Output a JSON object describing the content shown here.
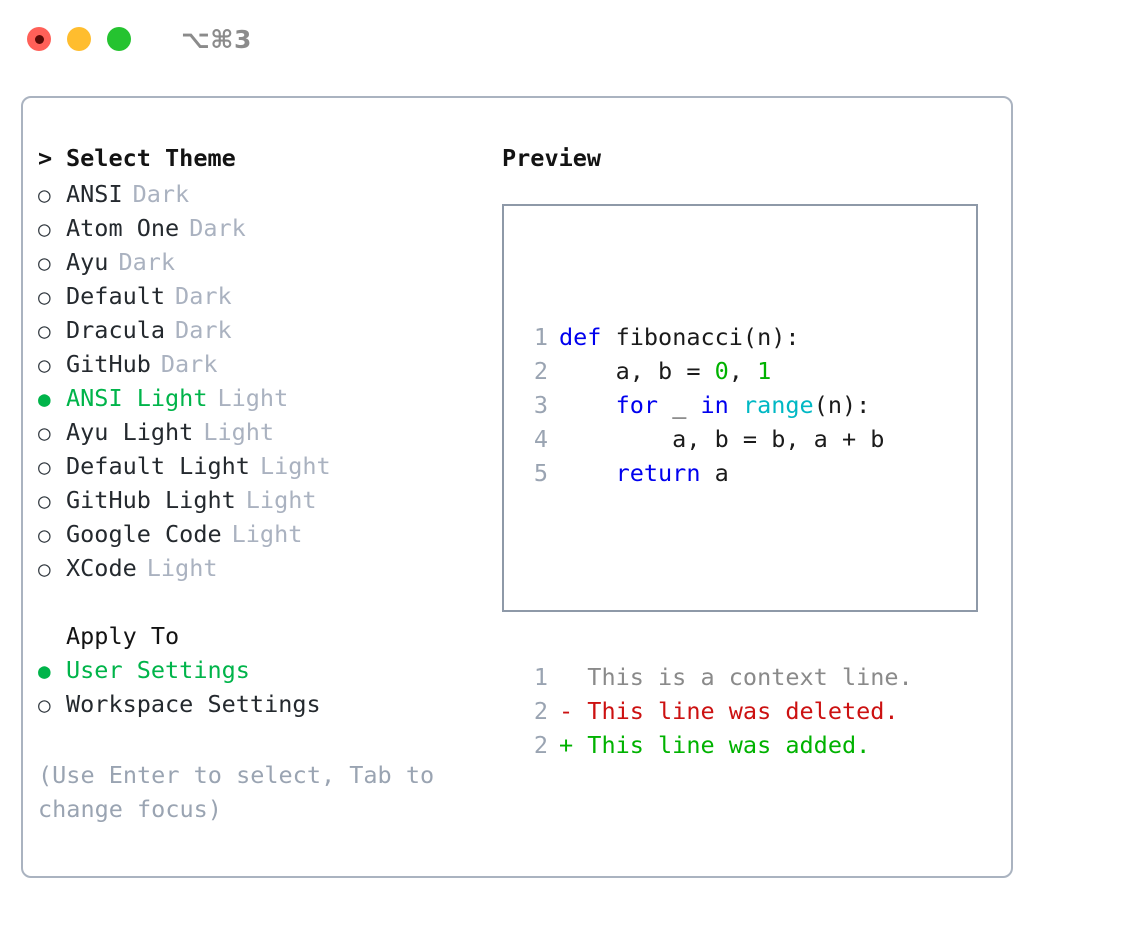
{
  "window": {
    "title": "⌥⌘3",
    "traffic_lights": [
      "close",
      "minimize",
      "zoom"
    ]
  },
  "theme_panel": {
    "header_caret": ">",
    "header_label": "Select Theme",
    "bullet_on": "●",
    "bullet_off": "○",
    "items": [
      {
        "name": "ANSI",
        "tag": "Dark",
        "selected": false
      },
      {
        "name": "Atom One",
        "tag": "Dark",
        "selected": false
      },
      {
        "name": "Ayu",
        "tag": "Dark",
        "selected": false
      },
      {
        "name": "Default",
        "tag": "Dark",
        "selected": false
      },
      {
        "name": "Dracula",
        "tag": "Dark",
        "selected": false
      },
      {
        "name": "GitHub",
        "tag": "Dark",
        "selected": false
      },
      {
        "name": "ANSI Light",
        "tag": "Light",
        "selected": true
      },
      {
        "name": "Ayu Light",
        "tag": "Light",
        "selected": false
      },
      {
        "name": "Default Light",
        "tag": "Light",
        "selected": false
      },
      {
        "name": "GitHub Light",
        "tag": "Light",
        "selected": false
      },
      {
        "name": "Google Code",
        "tag": "Light",
        "selected": false
      },
      {
        "name": "XCode",
        "tag": "Light",
        "selected": false
      }
    ]
  },
  "apply_to": {
    "header_label": "Apply To",
    "options": [
      {
        "label": "User Settings",
        "selected": true
      },
      {
        "label": "Workspace Settings",
        "selected": false
      }
    ]
  },
  "hint": {
    "text": "(Use Enter to select, Tab to change focus)"
  },
  "preview": {
    "header_label": "Preview",
    "code_lines": [
      {
        "no": "1",
        "tokens": [
          {
            "t": "def",
            "c": "kw"
          },
          {
            "t": " fibonacci(n):",
            "c": "txt"
          }
        ]
      },
      {
        "no": "2",
        "tokens": [
          {
            "t": "    a, b = ",
            "c": "txt"
          },
          {
            "t": "0",
            "c": "num"
          },
          {
            "t": ", ",
            "c": "txt"
          },
          {
            "t": "1",
            "c": "num"
          }
        ]
      },
      {
        "no": "3",
        "tokens": [
          {
            "t": "    ",
            "c": "txt"
          },
          {
            "t": "for",
            "c": "kw"
          },
          {
            "t": " _ ",
            "c": "txt"
          },
          {
            "t": "in",
            "c": "kw"
          },
          {
            "t": " ",
            "c": "txt"
          },
          {
            "t": "range",
            "c": "fn"
          },
          {
            "t": "(n):",
            "c": "txt"
          }
        ]
      },
      {
        "no": "4",
        "tokens": [
          {
            "t": "        a, b = b, a + b",
            "c": "txt"
          }
        ]
      },
      {
        "no": "5",
        "tokens": [
          {
            "t": "    ",
            "c": "txt"
          },
          {
            "t": "return",
            "c": "kw"
          },
          {
            "t": " a",
            "c": "txt"
          }
        ]
      }
    ],
    "diff_lines": [
      {
        "no": "1",
        "marker": "  ",
        "text": "This is a context line.",
        "kind": "ctx"
      },
      {
        "no": "2",
        "marker": "- ",
        "text": "This line was deleted.",
        "kind": "del"
      },
      {
        "no": "2",
        "marker": "+ ",
        "text": "This line was added.",
        "kind": "add"
      }
    ]
  },
  "colors": {
    "accent_green": "#00b44a",
    "keyword_blue": "#0000ee",
    "function_cyan": "#00b8c4",
    "number_green": "#00b200",
    "diff_added": "#00b200",
    "diff_deleted": "#cc1111",
    "diff_context": "#8a8a8a",
    "muted": "#aab2c0",
    "border": "#aab3c0",
    "preview_border": "#8e99a8",
    "light_red": "#ff6058",
    "light_yellow": "#ffbd2e",
    "light_green": "#25c330"
  }
}
